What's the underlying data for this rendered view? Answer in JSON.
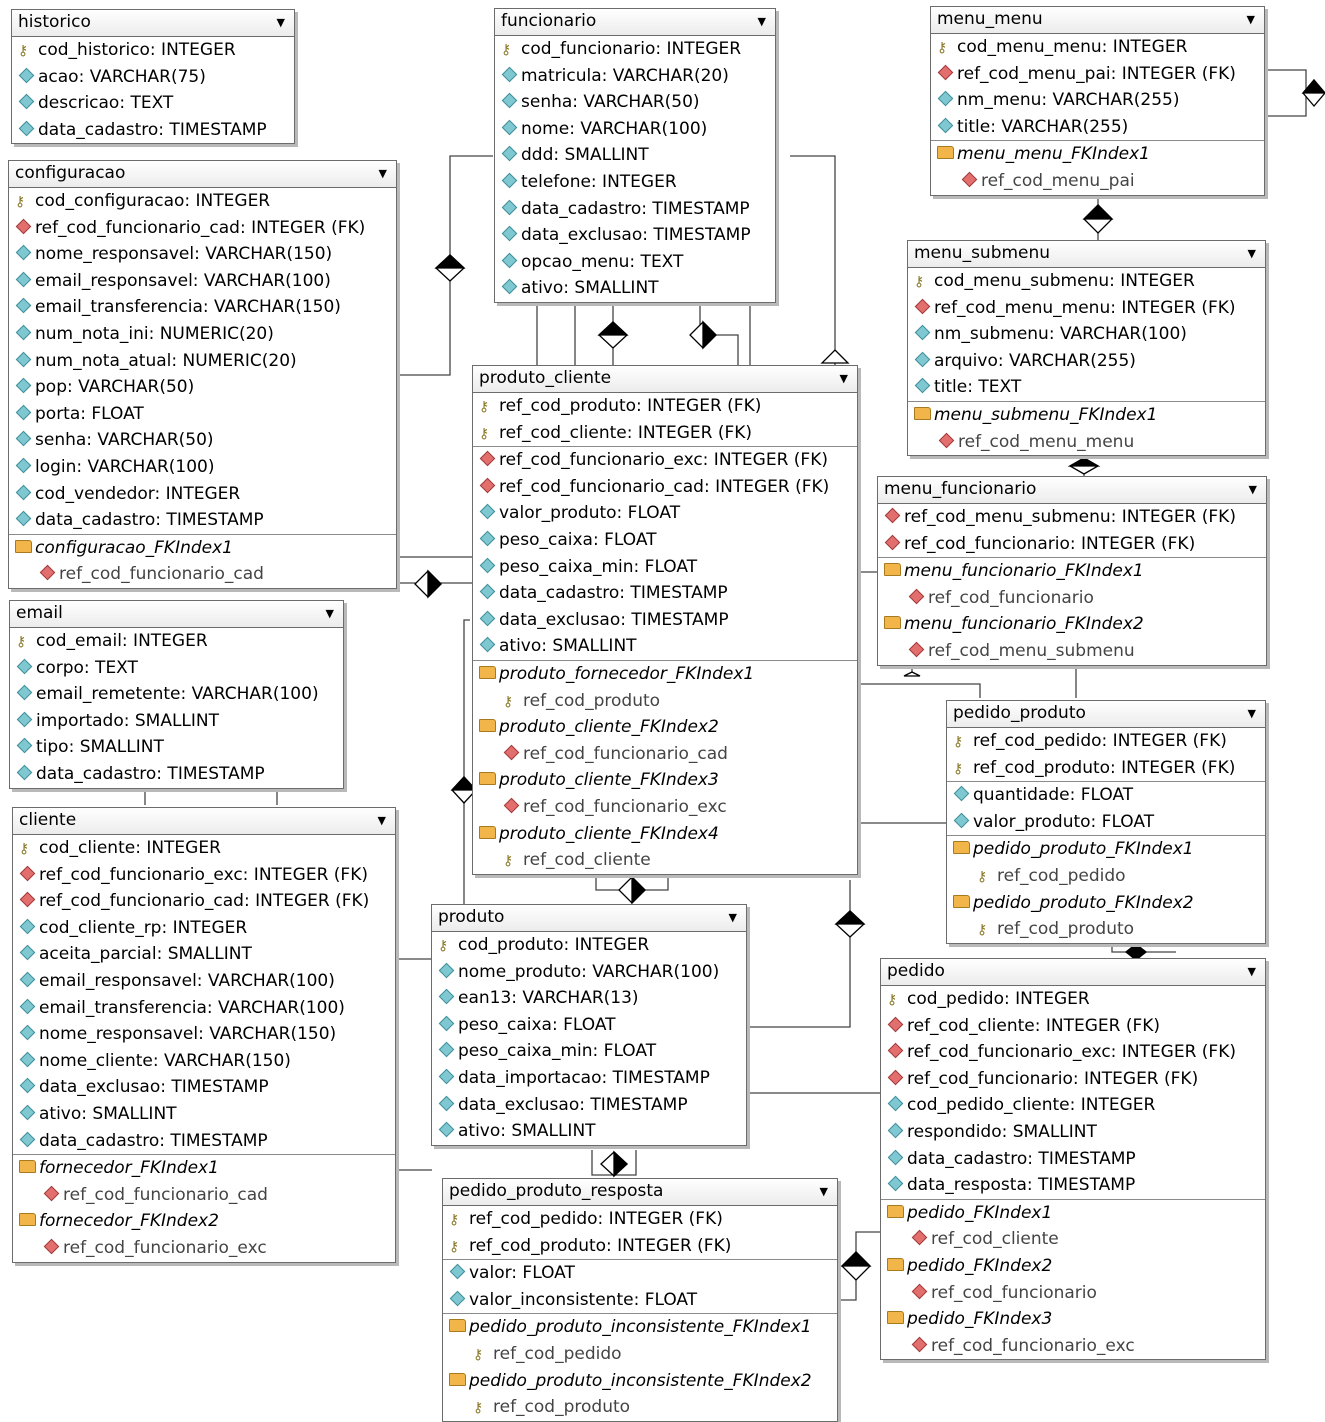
{
  "tables": {
    "historico": {
      "name": "historico",
      "rows": [
        {
          "icon": "key",
          "text": "cod_historico: INTEGER"
        },
        {
          "icon": "attr",
          "text": "acao: VARCHAR(75)"
        },
        {
          "icon": "attr",
          "text": "descricao: TEXT"
        },
        {
          "icon": "attr",
          "text": "data_cadastro: TIMESTAMP"
        }
      ]
    },
    "configuracao": {
      "name": "configuracao",
      "rows": [
        {
          "icon": "key",
          "text": "cod_configuracao: INTEGER"
        },
        {
          "icon": "fk",
          "text": "ref_cod_funcionario_cad: INTEGER (FK)"
        },
        {
          "icon": "attr",
          "text": "nome_responsavel: VARCHAR(150)"
        },
        {
          "icon": "attr",
          "text": "email_responsavel: VARCHAR(100)"
        },
        {
          "icon": "attr",
          "text": "email_transferencia: VARCHAR(150)"
        },
        {
          "icon": "attr",
          "text": "num_nota_ini: NUMERIC(20)"
        },
        {
          "icon": "attr",
          "text": "num_nota_atual: NUMERIC(20)"
        },
        {
          "icon": "attr",
          "text": "pop: VARCHAR(50)"
        },
        {
          "icon": "attr",
          "text": "porta: FLOAT"
        },
        {
          "icon": "attr",
          "text": "senha: VARCHAR(50)"
        },
        {
          "icon": "attr",
          "text": "login: VARCHAR(100)"
        },
        {
          "icon": "attr",
          "text": "cod_vendedor: INTEGER"
        },
        {
          "icon": "attr",
          "text": "data_cadastro: TIMESTAMP"
        }
      ],
      "indexes": [
        {
          "name": "configuracao_FKIndex1",
          "cols": [
            {
              "icon": "fk",
              "text": "ref_cod_funcionario_cad"
            }
          ]
        }
      ]
    },
    "email": {
      "name": "email",
      "rows": [
        {
          "icon": "key",
          "text": "cod_email: INTEGER"
        },
        {
          "icon": "attr",
          "text": "corpo: TEXT"
        },
        {
          "icon": "attr",
          "text": "email_remetente: VARCHAR(100)"
        },
        {
          "icon": "attr",
          "text": "importado: SMALLINT"
        },
        {
          "icon": "attr",
          "text": "tipo: SMALLINT"
        },
        {
          "icon": "attr",
          "text": "data_cadastro: TIMESTAMP"
        }
      ]
    },
    "cliente": {
      "name": "cliente",
      "rows": [
        {
          "icon": "key",
          "text": "cod_cliente: INTEGER"
        },
        {
          "icon": "fk",
          "text": "ref_cod_funcionario_exc: INTEGER (FK)"
        },
        {
          "icon": "fk",
          "text": "ref_cod_funcionario_cad: INTEGER (FK)"
        },
        {
          "icon": "attr",
          "text": "cod_cliente_rp: INTEGER"
        },
        {
          "icon": "attr",
          "text": "aceita_parcial: SMALLINT"
        },
        {
          "icon": "attr",
          "text": "email_responsavel: VARCHAR(100)"
        },
        {
          "icon": "attr",
          "text": "email_transferencia: VARCHAR(100)"
        },
        {
          "icon": "attr",
          "text": "nome_responsavel: VARCHAR(150)"
        },
        {
          "icon": "attr",
          "text": "nome_cliente: VARCHAR(150)"
        },
        {
          "icon": "attr",
          "text": "data_exclusao: TIMESTAMP"
        },
        {
          "icon": "attr",
          "text": "ativo: SMALLINT"
        },
        {
          "icon": "attr",
          "text": "data_cadastro: TIMESTAMP"
        }
      ],
      "indexes": [
        {
          "name": "fornecedor_FKIndex1",
          "cols": [
            {
              "icon": "fk",
              "text": "ref_cod_funcionario_cad"
            }
          ]
        },
        {
          "name": "fornecedor_FKIndex2",
          "cols": [
            {
              "icon": "fk",
              "text": "ref_cod_funcionario_exc"
            }
          ]
        }
      ]
    },
    "funcionario": {
      "name": "funcionario",
      "rows": [
        {
          "icon": "key",
          "text": "cod_funcionario: INTEGER"
        },
        {
          "icon": "attr",
          "text": "matricula: VARCHAR(20)"
        },
        {
          "icon": "attr",
          "text": "senha: VARCHAR(50)"
        },
        {
          "icon": "attr",
          "text": "nome: VARCHAR(100)"
        },
        {
          "icon": "attr",
          "text": "ddd: SMALLINT"
        },
        {
          "icon": "attr",
          "text": "telefone: INTEGER"
        },
        {
          "icon": "attr",
          "text": "data_cadastro: TIMESTAMP"
        },
        {
          "icon": "attr",
          "text": "data_exclusao: TIMESTAMP"
        },
        {
          "icon": "attr",
          "text": "opcao_menu: TEXT"
        },
        {
          "icon": "attr",
          "text": "ativo: SMALLINT"
        }
      ]
    },
    "produto_cliente": {
      "name": "produto_cliente",
      "pkrows": [
        {
          "icon": "key",
          "text": "ref_cod_produto: INTEGER (FK)"
        },
        {
          "icon": "key",
          "text": "ref_cod_cliente: INTEGER (FK)"
        }
      ],
      "rows": [
        {
          "icon": "fk",
          "text": "ref_cod_funcionario_exc: INTEGER (FK)"
        },
        {
          "icon": "fk",
          "text": "ref_cod_funcionario_cad: INTEGER (FK)"
        },
        {
          "icon": "attr",
          "text": "valor_produto: FLOAT"
        },
        {
          "icon": "attr",
          "text": "peso_caixa: FLOAT"
        },
        {
          "icon": "attr",
          "text": "peso_caixa_min: FLOAT"
        },
        {
          "icon": "attr",
          "text": "data_cadastro: TIMESTAMP"
        },
        {
          "icon": "attr",
          "text": "data_exclusao: TIMESTAMP"
        },
        {
          "icon": "attr",
          "text": "ativo: SMALLINT"
        }
      ],
      "indexes": [
        {
          "name": "produto_fornecedor_FKIndex1",
          "cols": [
            {
              "icon": "key",
              "text": "ref_cod_produto"
            }
          ]
        },
        {
          "name": "produto_cliente_FKIndex2",
          "cols": [
            {
              "icon": "fk",
              "text": "ref_cod_funcionario_cad"
            }
          ]
        },
        {
          "name": "produto_cliente_FKIndex3",
          "cols": [
            {
              "icon": "fk",
              "text": "ref_cod_funcionario_exc"
            }
          ]
        },
        {
          "name": "produto_cliente_FKIndex4",
          "cols": [
            {
              "icon": "key",
              "text": "ref_cod_cliente"
            }
          ]
        }
      ]
    },
    "produto": {
      "name": "produto",
      "rows": [
        {
          "icon": "key",
          "text": "cod_produto: INTEGER"
        },
        {
          "icon": "attr",
          "text": "nome_produto: VARCHAR(100)"
        },
        {
          "icon": "attr",
          "text": "ean13: VARCHAR(13)"
        },
        {
          "icon": "attr",
          "text": "peso_caixa: FLOAT"
        },
        {
          "icon": "attr",
          "text": "peso_caixa_min: FLOAT"
        },
        {
          "icon": "attr",
          "text": "data_importacao: TIMESTAMP"
        },
        {
          "icon": "attr",
          "text": "data_exclusao: TIMESTAMP"
        },
        {
          "icon": "attr",
          "text": "ativo: SMALLINT"
        }
      ]
    },
    "pedido_produto_resposta": {
      "name": "pedido_produto_resposta",
      "pkrows": [
        {
          "icon": "key",
          "text": "ref_cod_pedido: INTEGER (FK)"
        },
        {
          "icon": "key",
          "text": "ref_cod_produto: INTEGER (FK)"
        }
      ],
      "rows": [
        {
          "icon": "attr",
          "text": "valor: FLOAT"
        },
        {
          "icon": "attr",
          "text": "valor_inconsistente: FLOAT"
        }
      ],
      "indexes": [
        {
          "name": "pedido_produto_inconsistente_FKIndex1",
          "cols": [
            {
              "icon": "key",
              "text": "ref_cod_pedido"
            }
          ]
        },
        {
          "name": "pedido_produto_inconsistente_FKIndex2",
          "cols": [
            {
              "icon": "key",
              "text": "ref_cod_produto"
            }
          ]
        }
      ]
    },
    "menu_menu": {
      "name": "menu_menu",
      "rows": [
        {
          "icon": "key",
          "text": "cod_menu_menu: INTEGER"
        },
        {
          "icon": "fk",
          "text": "ref_cod_menu_pai: INTEGER (FK)"
        },
        {
          "icon": "attr",
          "text": "nm_menu: VARCHAR(255)"
        },
        {
          "icon": "attr",
          "text": "title: VARCHAR(255)"
        }
      ],
      "indexes": [
        {
          "name": "menu_menu_FKIndex1",
          "cols": [
            {
              "icon": "fk",
              "text": "ref_cod_menu_pai"
            }
          ]
        }
      ]
    },
    "menu_submenu": {
      "name": "menu_submenu",
      "rows": [
        {
          "icon": "key",
          "text": "cod_menu_submenu: INTEGER"
        },
        {
          "icon": "fk",
          "text": "ref_cod_menu_menu: INTEGER (FK)"
        },
        {
          "icon": "attr",
          "text": "nm_submenu: VARCHAR(100)"
        },
        {
          "icon": "attr",
          "text": "arquivo: VARCHAR(255)"
        },
        {
          "icon": "attr",
          "text": "title: TEXT"
        }
      ],
      "indexes": [
        {
          "name": "menu_submenu_FKIndex1",
          "cols": [
            {
              "icon": "fk",
              "text": "ref_cod_menu_menu"
            }
          ]
        }
      ]
    },
    "menu_funcionario": {
      "name": "menu_funcionario",
      "rows": [
        {
          "icon": "fk",
          "text": "ref_cod_menu_submenu: INTEGER (FK)"
        },
        {
          "icon": "fk",
          "text": "ref_cod_funcionario: INTEGER (FK)"
        }
      ],
      "indexes": [
        {
          "name": "menu_funcionario_FKIndex1",
          "cols": [
            {
              "icon": "fk",
              "text": "ref_cod_funcionario"
            }
          ]
        },
        {
          "name": "menu_funcionario_FKIndex2",
          "cols": [
            {
              "icon": "fk",
              "text": "ref_cod_menu_submenu"
            }
          ]
        }
      ]
    },
    "pedido_produto": {
      "name": "pedido_produto",
      "pkrows": [
        {
          "icon": "key",
          "text": "ref_cod_pedido: INTEGER (FK)"
        },
        {
          "icon": "key",
          "text": "ref_cod_produto: INTEGER (FK)"
        }
      ],
      "rows": [
        {
          "icon": "attr",
          "text": "quantidade: FLOAT"
        },
        {
          "icon": "attr",
          "text": "valor_produto: FLOAT"
        }
      ],
      "indexes": [
        {
          "name": "pedido_produto_FKIndex1",
          "cols": [
            {
              "icon": "key",
              "text": "ref_cod_pedido"
            }
          ]
        },
        {
          "name": "pedido_produto_FKIndex2",
          "cols": [
            {
              "icon": "key",
              "text": "ref_cod_produto"
            }
          ]
        }
      ]
    },
    "pedido": {
      "name": "pedido",
      "rows": [
        {
          "icon": "key",
          "text": "cod_pedido: INTEGER"
        },
        {
          "icon": "fk",
          "text": "ref_cod_cliente: INTEGER (FK)"
        },
        {
          "icon": "fk",
          "text": "ref_cod_funcionario_exc: INTEGER (FK)"
        },
        {
          "icon": "fk",
          "text": "ref_cod_funcionario: INTEGER (FK)"
        },
        {
          "icon": "attr",
          "text": "cod_pedido_cliente: INTEGER"
        },
        {
          "icon": "attr",
          "text": "respondido: SMALLINT"
        },
        {
          "icon": "attr",
          "text": "data_cadastro: TIMESTAMP"
        },
        {
          "icon": "attr",
          "text": "data_resposta: TIMESTAMP"
        }
      ],
      "indexes": [
        {
          "name": "pedido_FKIndex1",
          "cols": [
            {
              "icon": "fk",
              "text": "ref_cod_cliente"
            }
          ]
        },
        {
          "name": "pedido_FKIndex2",
          "cols": [
            {
              "icon": "fk",
              "text": "ref_cod_funcionario"
            }
          ]
        },
        {
          "name": "pedido_FKIndex3",
          "cols": [
            {
              "icon": "fk",
              "text": "ref_cod_funcionario_exc"
            }
          ]
        }
      ]
    }
  }
}
